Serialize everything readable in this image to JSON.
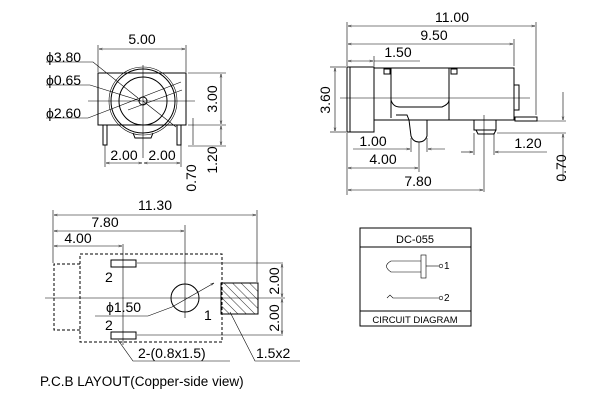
{
  "front_view": {
    "width": "5.00",
    "dia_outer": "ϕ3.80",
    "dia_pin": "ϕ0.65",
    "dia_inner": "ϕ2.60",
    "height": "3.00",
    "pin_left": "2.00",
    "pin_right": "2.00",
    "pin_offset": "0.70",
    "pin_length": "1.20"
  },
  "side_view": {
    "total_length": "11.00",
    "body_length": "9.50",
    "flange": "1.50",
    "height": "3.60",
    "pin1_width": "1.00",
    "pin1_pos": "4.00",
    "pin2_pos": "7.80",
    "pin2_width": "1.20",
    "pin_depth": "0.70"
  },
  "pcb_layout": {
    "overall": "11.30",
    "pos_7_80": "7.80",
    "pos_4_00": "4.00",
    "pad_spacing_top": "2.00",
    "pad_spacing_bottom": "2.00",
    "pad_label_top": "2",
    "pad_label_bottom": "2",
    "pad_label_main": "1",
    "hole_dia": "ϕ1.50",
    "small_pads": "2-(0.8x1.5)",
    "big_pad": "1.5x2",
    "caption": "P.C.B LAYOUT(Copper-side view)"
  },
  "circuit": {
    "model": "DC-055",
    "pin1": "1",
    "pin2": "2",
    "footer": "CIRCUIT DIAGRAM"
  }
}
